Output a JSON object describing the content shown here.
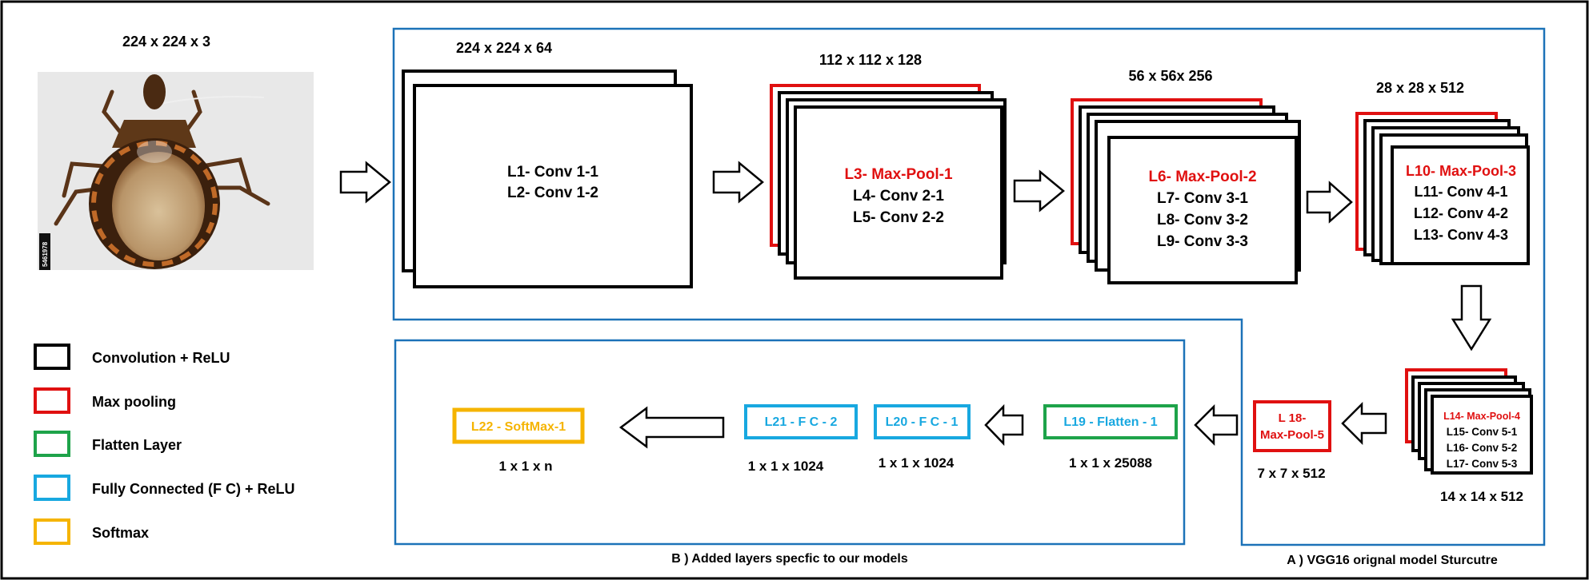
{
  "input": {
    "dims": "224 x 224 x 3",
    "specimen_tag": "5461978"
  },
  "blocks": {
    "b1": {
      "dims": "224 x 224 x 64",
      "lines": [
        "L1- Conv 1-1",
        "L2- Conv 1-2"
      ]
    },
    "b2": {
      "dims": "112 x 112 x 128",
      "pool": "L3- Max-Pool-1",
      "lines": [
        "L4- Conv 2-1",
        "L5- Conv 2-2"
      ]
    },
    "b3": {
      "dims": "56 x 56x 256",
      "pool": "L6- Max-Pool-2",
      "lines": [
        "L7- Conv 3-1",
        "L8- Conv 3-2",
        "L9- Conv 3-3"
      ]
    },
    "b4": {
      "dims": "28 x 28 x 512",
      "pool": "L10- Max-Pool-3",
      "lines": [
        "L11- Conv 4-1",
        "L12- Conv 4-2",
        "L13- Conv 4-3"
      ]
    },
    "b5": {
      "dims": "14 x 14 x 512",
      "pool": "L14- Max-Pool-4",
      "lines": [
        "L15- Conv 5-1",
        "L16- Conv 5-2",
        "L17- Conv 5-3"
      ]
    }
  },
  "added": {
    "pool5": {
      "label_line1": "L 18-",
      "label_line2": "Max-Pool-5",
      "dims": "7 x 7 x 512"
    },
    "flatten": {
      "label": "L19 - Flatten - 1",
      "dims": "1 x 1 x 25088"
    },
    "fc1": {
      "label": "L20 - F C - 1",
      "dims": "1 x 1 x 1024"
    },
    "fc2": {
      "label": "L21 - F C - 2",
      "dims": "1 x 1 x 1024"
    },
    "softmax": {
      "label": "L22 - SoftMax-1",
      "dims": "1 x 1 x n"
    }
  },
  "legend": [
    {
      "label": "Convolution + ReLU",
      "color": "#000000"
    },
    {
      "label": "Max pooling",
      "color": "#e01010"
    },
    {
      "label": "Flatten Layer",
      "color": "#1ea34a"
    },
    {
      "label": "Fully Connected (F C) + ReLU",
      "color": "#18a8e0"
    },
    {
      "label": "Softmax",
      "color": "#f5b400"
    }
  ],
  "captions": {
    "vgg16": "A ) VGG16 orignal model Sturcutre",
    "added": "B ) Added layers specfic to our models"
  },
  "colors": {
    "conv": "#000000",
    "pool": "#e01010",
    "flatten": "#1ea34a",
    "fc": "#18a8e0",
    "softmax": "#f5b400",
    "region": "#1c72b8"
  }
}
